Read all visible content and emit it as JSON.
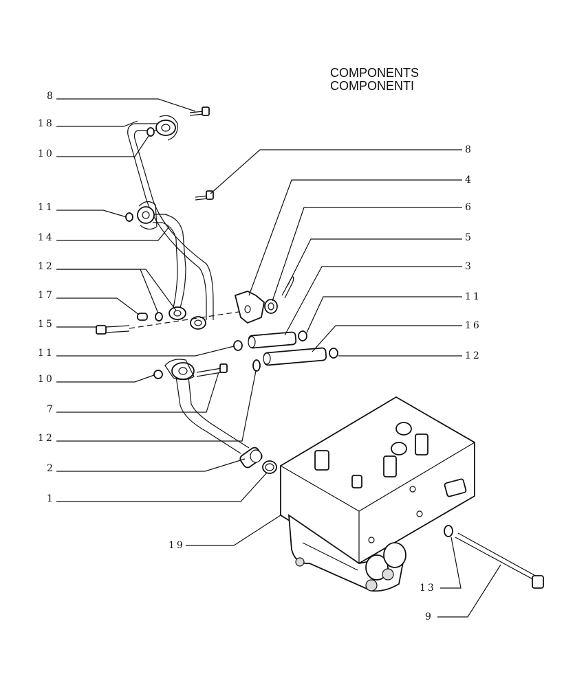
{
  "title": {
    "line1": "COMPONENTS",
    "line2": "COMPONENTI"
  },
  "callouts": {
    "c8a": "8",
    "c18": "18",
    "c10a": "10",
    "c8b": "8",
    "c4": "4",
    "c11a": "11",
    "c6": "6",
    "c14": "14",
    "c5": "5",
    "c12a": "12",
    "c3": "3",
    "c17": "17",
    "c11b": "11",
    "c15": "15",
    "c16": "16",
    "c11c": "11",
    "c12b": "12",
    "c10b": "10",
    "c7": "7",
    "c12c": "12",
    "c2": "2",
    "c1": "1",
    "c19": "19",
    "c13": "13",
    "c9": "9"
  }
}
